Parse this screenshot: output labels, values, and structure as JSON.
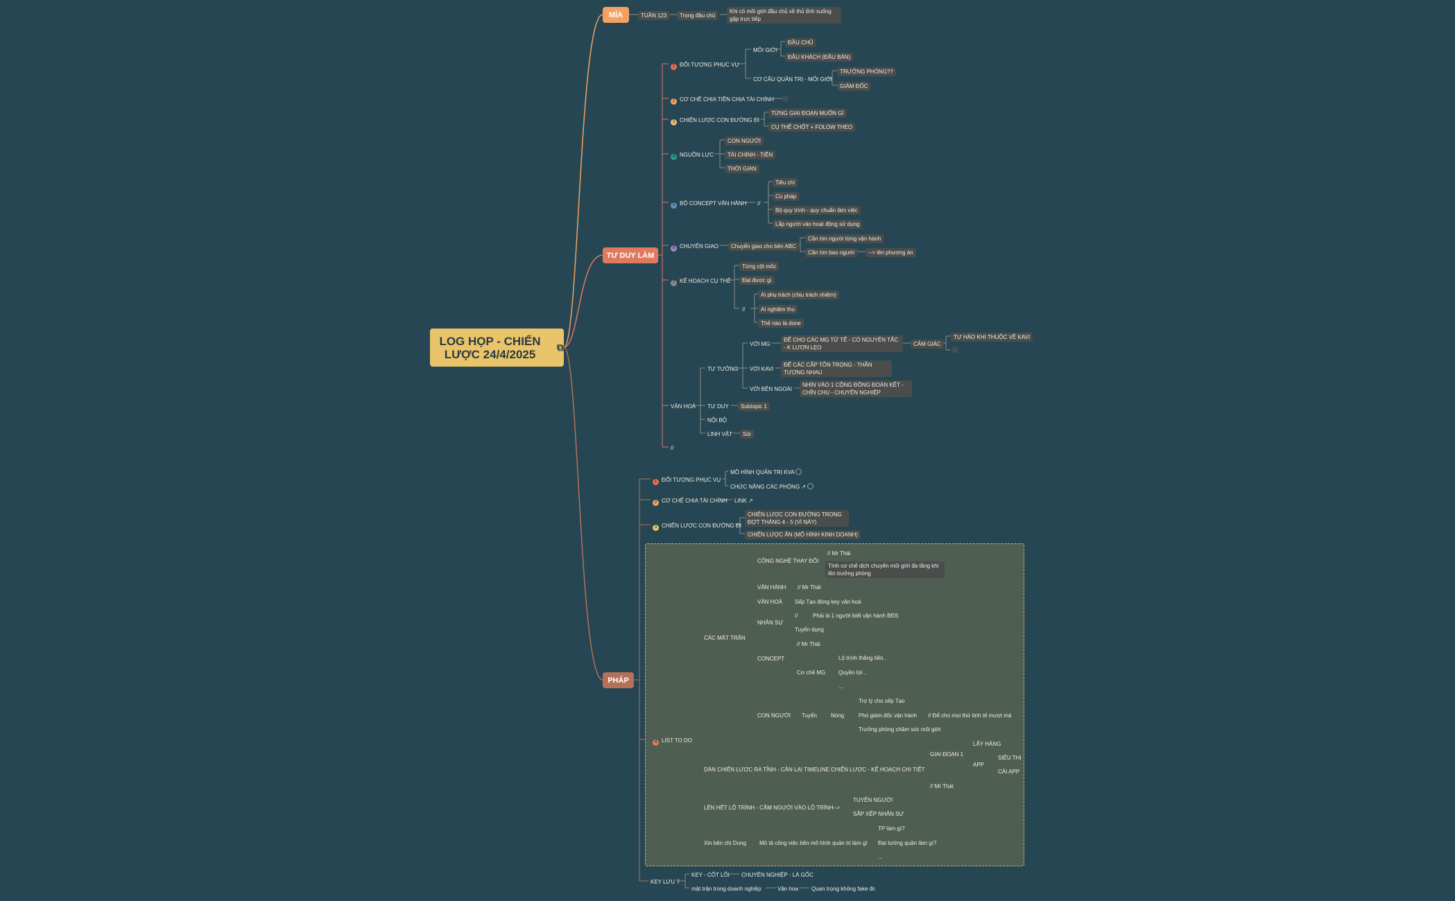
{
  "root": {
    "title": "LOG HỌP - CHIẾN LƯỢC 24/4/2025",
    "icon": "link-icon"
  },
  "colors": {
    "background": "#264653",
    "root": "#e9c46a",
    "branch_mia": "#f4a261",
    "branch_tu_duy": "#e07a5f",
    "branch_phap": "#b5705a",
    "panel": "#4f5e52"
  },
  "mia": {
    "label": "MÍA",
    "tuan": "TUẦN 123",
    "trong_dau_chu": "Trọng đầu chủ",
    "note": "Khi có môi giới đầu chủ về thủ tỉnh xuống gặp trực tiếp"
  },
  "tu_duy": {
    "label": "TƯ DUY LÀM",
    "dtpv": {
      "num": "1",
      "label": "ĐỐI TƯỢNG PHỤC VỤ",
      "moi_gioi": "MÔI GIỚI",
      "dau_chu": "ĐẦU CHỦ",
      "dau_khach": "ĐẦU KHÁCH (ĐẦU BÁN)",
      "co_cau": "CƠ CẤU QUẢN TRỊ - MÔI GIỚI",
      "truong_phong": "TRƯỞNG PHÒNG??",
      "giam_doc": "GIÁM ĐỐC"
    },
    "co_che": {
      "num": "2",
      "label": "CƠ CHẾ CHIA TIỀN CHIA TÀI CHÍNH"
    },
    "chien_luoc": {
      "num": "3",
      "label": "CHIẾN LƯỢC CON ĐƯỜNG ĐI",
      "a": "TỪNG GIAI ĐOẠN MUỐN GÌ",
      "b": "CỤ THỂ CHỐT + FOLOW THEO"
    },
    "nguon_luc": {
      "num": "4",
      "label": "NGUỒN LỰC",
      "a": "CON NGƯỜI",
      "b": "TÀI CHÍNH - TIỀN",
      "c": "THỜI GIAN"
    },
    "concept": {
      "num": "5",
      "label": "BỘ CONCEPT VẬN HÀNH",
      "slash": "//",
      "a": "Tiêu chí",
      "b": "Cú pháp",
      "c": "Bộ quy trình - quy chuẩn làm việc",
      "d": "Lắp người vào hoạt động sử dụng"
    },
    "chuyen_giao": {
      "num": "6",
      "label": "CHUYỂN GIAO",
      "a": "Chuyển giao cho bên ABC",
      "b": "Cần tìm người từng vận hành",
      "c": "Cần tìm bao người",
      "d": "--> lên phương án"
    },
    "ke_hoach": {
      "num": "7",
      "label": "KẾ HOẠCH CỤ THỂ",
      "a": "Từng cột mốc",
      "b": "Đạt được gì",
      "slash": "//",
      "c": "Ai phụ trách (chịu trách nhiệm)",
      "d": "Ai nghiệm thu",
      "e": "Thế nào là done"
    },
    "van_hoa": {
      "label": "VĂN HOÁ",
      "tu_tuong": "TƯ TƯỞNG",
      "voi_mg": "VỚI MG",
      "mg_text": "ĐỂ CHO CÁC MG TỬ TẾ - CÓ NGUYÊN TẮC - K LƯƠN LẸO",
      "cam_giac": "CẢM GIÁC",
      "tu_hao": "TỰ HÀO KHI THUỘC VỀ KAVI",
      "voi_kavi": "VỚI KAVI",
      "kavi_text": "ĐỂ CÁC CẤP TÔN TRỌNG - THẦN TƯỢNG NHAU",
      "voi_ben_ngoai": "VỚI BÊN NGOÀI",
      "ben_ngoai_text": "NHÌN VÀO 1 CỘNG ĐỒNG ĐOÀN KẾT - CHỈN CHU - CHUYÊN NGHIỆP",
      "tu_duy": "TƯ DUY",
      "subtopic": "Subtopic 1",
      "noi_bo": "NỘI BỘ",
      "linh_vat": "LINH VẬT",
      "soi": "Sói"
    },
    "slash_end": "//"
  },
  "phap": {
    "label": "PHÁP",
    "dtpv": {
      "num": "1",
      "label": "ĐỐI TƯỢNG PHỤC VỤ",
      "a": "MÔ HÌNH QUẢN TRỊ KVA",
      "b": "CHỨC NĂNG CÁC PHÒNG"
    },
    "co_che": {
      "num": "2",
      "label": "CƠ CHẾ CHIA TÀI CHÍNH",
      "link": "LINK"
    },
    "chien_luoc": {
      "num": "3",
      "label": "CHIẾN LƯỢC CON ĐƯỜNG ĐI",
      "a": "CHIẾN LƯỢC CON ĐƯỜNG TRONG ĐỢT THÁNG 4 - 5 (VÌ NÀY)",
      "b": "CHIẾN LƯỢC ĂN (MÔ HÌNH KINH DOANH)"
    },
    "list": {
      "num": "4",
      "label": "LIST TO DO",
      "cac_mat_tran": "CÁC MẶT TRẬN",
      "cong_nghe": "CÔNG NGHỆ THAY ĐỔI",
      "cn_a": "// Mr Thái",
      "cn_b": "Tính cơ chế dịch chuyển môi giới đa tầng khi lên trưởng phòng",
      "van_hanh": "VẬN HÀNH",
      "vh_a": "// Mr Thái",
      "van_hoa": "VĂN HOÁ",
      "vhoa_a": "Sếp Tạo đóng key văn hoá",
      "nhan_su": "NHÂN SỰ",
      "ns_slash": "//",
      "ns_a": "Phải là 1 người biết vận hành BĐS",
      "ns_b": "Tuyển dụng",
      "concept": "CONCEPT",
      "cc_a": "// Mr Thái",
      "cc_mg": "Cơ chế MG",
      "cc_b": "Lộ trình thăng tiến..",
      "cc_c": "Quyền lợi ..",
      "cc_d": "...",
      "con_nguoi": "CON NGƯỜI",
      "tuyen": "Tuyển",
      "nong": "Nóng",
      "cn1": "Trợ lý cho sếp Tạo",
      "cn2": "Phó giám đốc vận hành",
      "cn2b": "// Để cho mọi thứ tinh tế mượt mà",
      "cn3": "Trưởng phòng chăm sóc môi giới",
      "dan_chien_luoc": "DÀN CHIẾN LƯỢC RA TỈNH - CÂN LẠI TIMELINE",
      "cl_ke_hoach": "CHIẾN LƯỢC - KẾ HOẠCH CHI TIẾT",
      "giai_doan": "GIAI ĐOẠN 1",
      "lay_hang": "LẤY HÀNG",
      "app": "APP",
      "sieu_thi": "SIÊU THỊ",
      "cai_app": "CÀI APP",
      "gd_thai": "// Mr Thái",
      "len_het": "LÊN HẾT LỘ TRÌNH - CẦM NGƯỜI VÀO LỘ TRÌNH",
      "arrow": "-->",
      "tuyen_nguoi": "TUYỂN NGƯỜI",
      "sap_xep": "SẮP XẾP NHÂN SỰ",
      "xin_ben": "Xin bên chị Dung",
      "mo_ta": "Mô tả công việc bên mô hình quản trị làm gì",
      "tp": "TP làm gì?",
      "dai_tuong": "Đại tướng quân làm gì?",
      "etc": "..."
    },
    "key": {
      "label": "KEY LƯU Ý",
      "a": "KEY - CỐT LÕI",
      "b": "CHUYÊN NGHIỆP - LÀ GỐC",
      "c": "mặt trận trong doanh nghiệp",
      "d": "Văn hoa",
      "e": "Quan trọng không fake đc"
    }
  }
}
